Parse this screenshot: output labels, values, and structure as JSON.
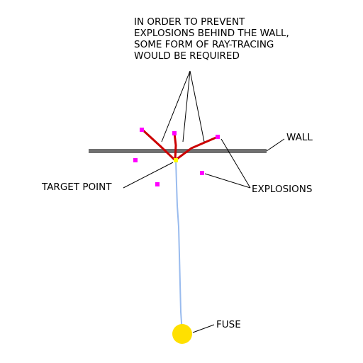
{
  "note": {
    "lines": [
      "IN ORDER TO PREVENT",
      "EXPLOSIONS BEHIND THE WALL,",
      "SOME FORM OF RAY-TRACING",
      "WOULD BE REQUIRED"
    ]
  },
  "labels": {
    "wall": "WALL",
    "target_point": "TARGET POINT",
    "explosions": "EXPLOSIONS",
    "fuse": "FUSE"
  },
  "colors": {
    "wall": "#707070",
    "ray": "#cc0000",
    "explosion": "#ff00ff",
    "fuse": "#ffe000",
    "target": "#ffff00",
    "fuse_line": "#99bbee",
    "leader": "#000000"
  }
}
